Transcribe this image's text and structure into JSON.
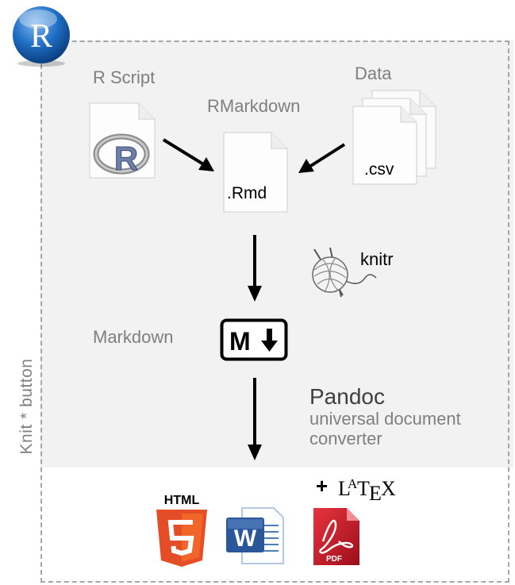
{
  "inputs": {
    "r_script_label": "R Script",
    "rmarkdown_label": "RMarkdown",
    "rmd_ext": ".Rmd",
    "data_label": "Data",
    "csv_ext": ".csv"
  },
  "processing": {
    "knitr_label": "knitr",
    "markdown_label": "Markdown",
    "pandoc_title": "Pandoc",
    "pandoc_desc_line1": "universal document",
    "pandoc_desc_line2": "converter"
  },
  "outputs": {
    "html_label": "HTML",
    "word_letter": "W",
    "plus_latex_prefix": "+",
    "latex_label": "LaTeX",
    "pdf_label": "PDF"
  },
  "side_label": "Knit * button",
  "r_logo_letter": "R",
  "markdown_mark": "M",
  "colors": {
    "band_gray": "#f2f2f2",
    "html5_orange": "#e44d26",
    "pdf_red": "#c8102e",
    "word_blue": "#2b579a",
    "r_blue": "#1f6fc5"
  }
}
